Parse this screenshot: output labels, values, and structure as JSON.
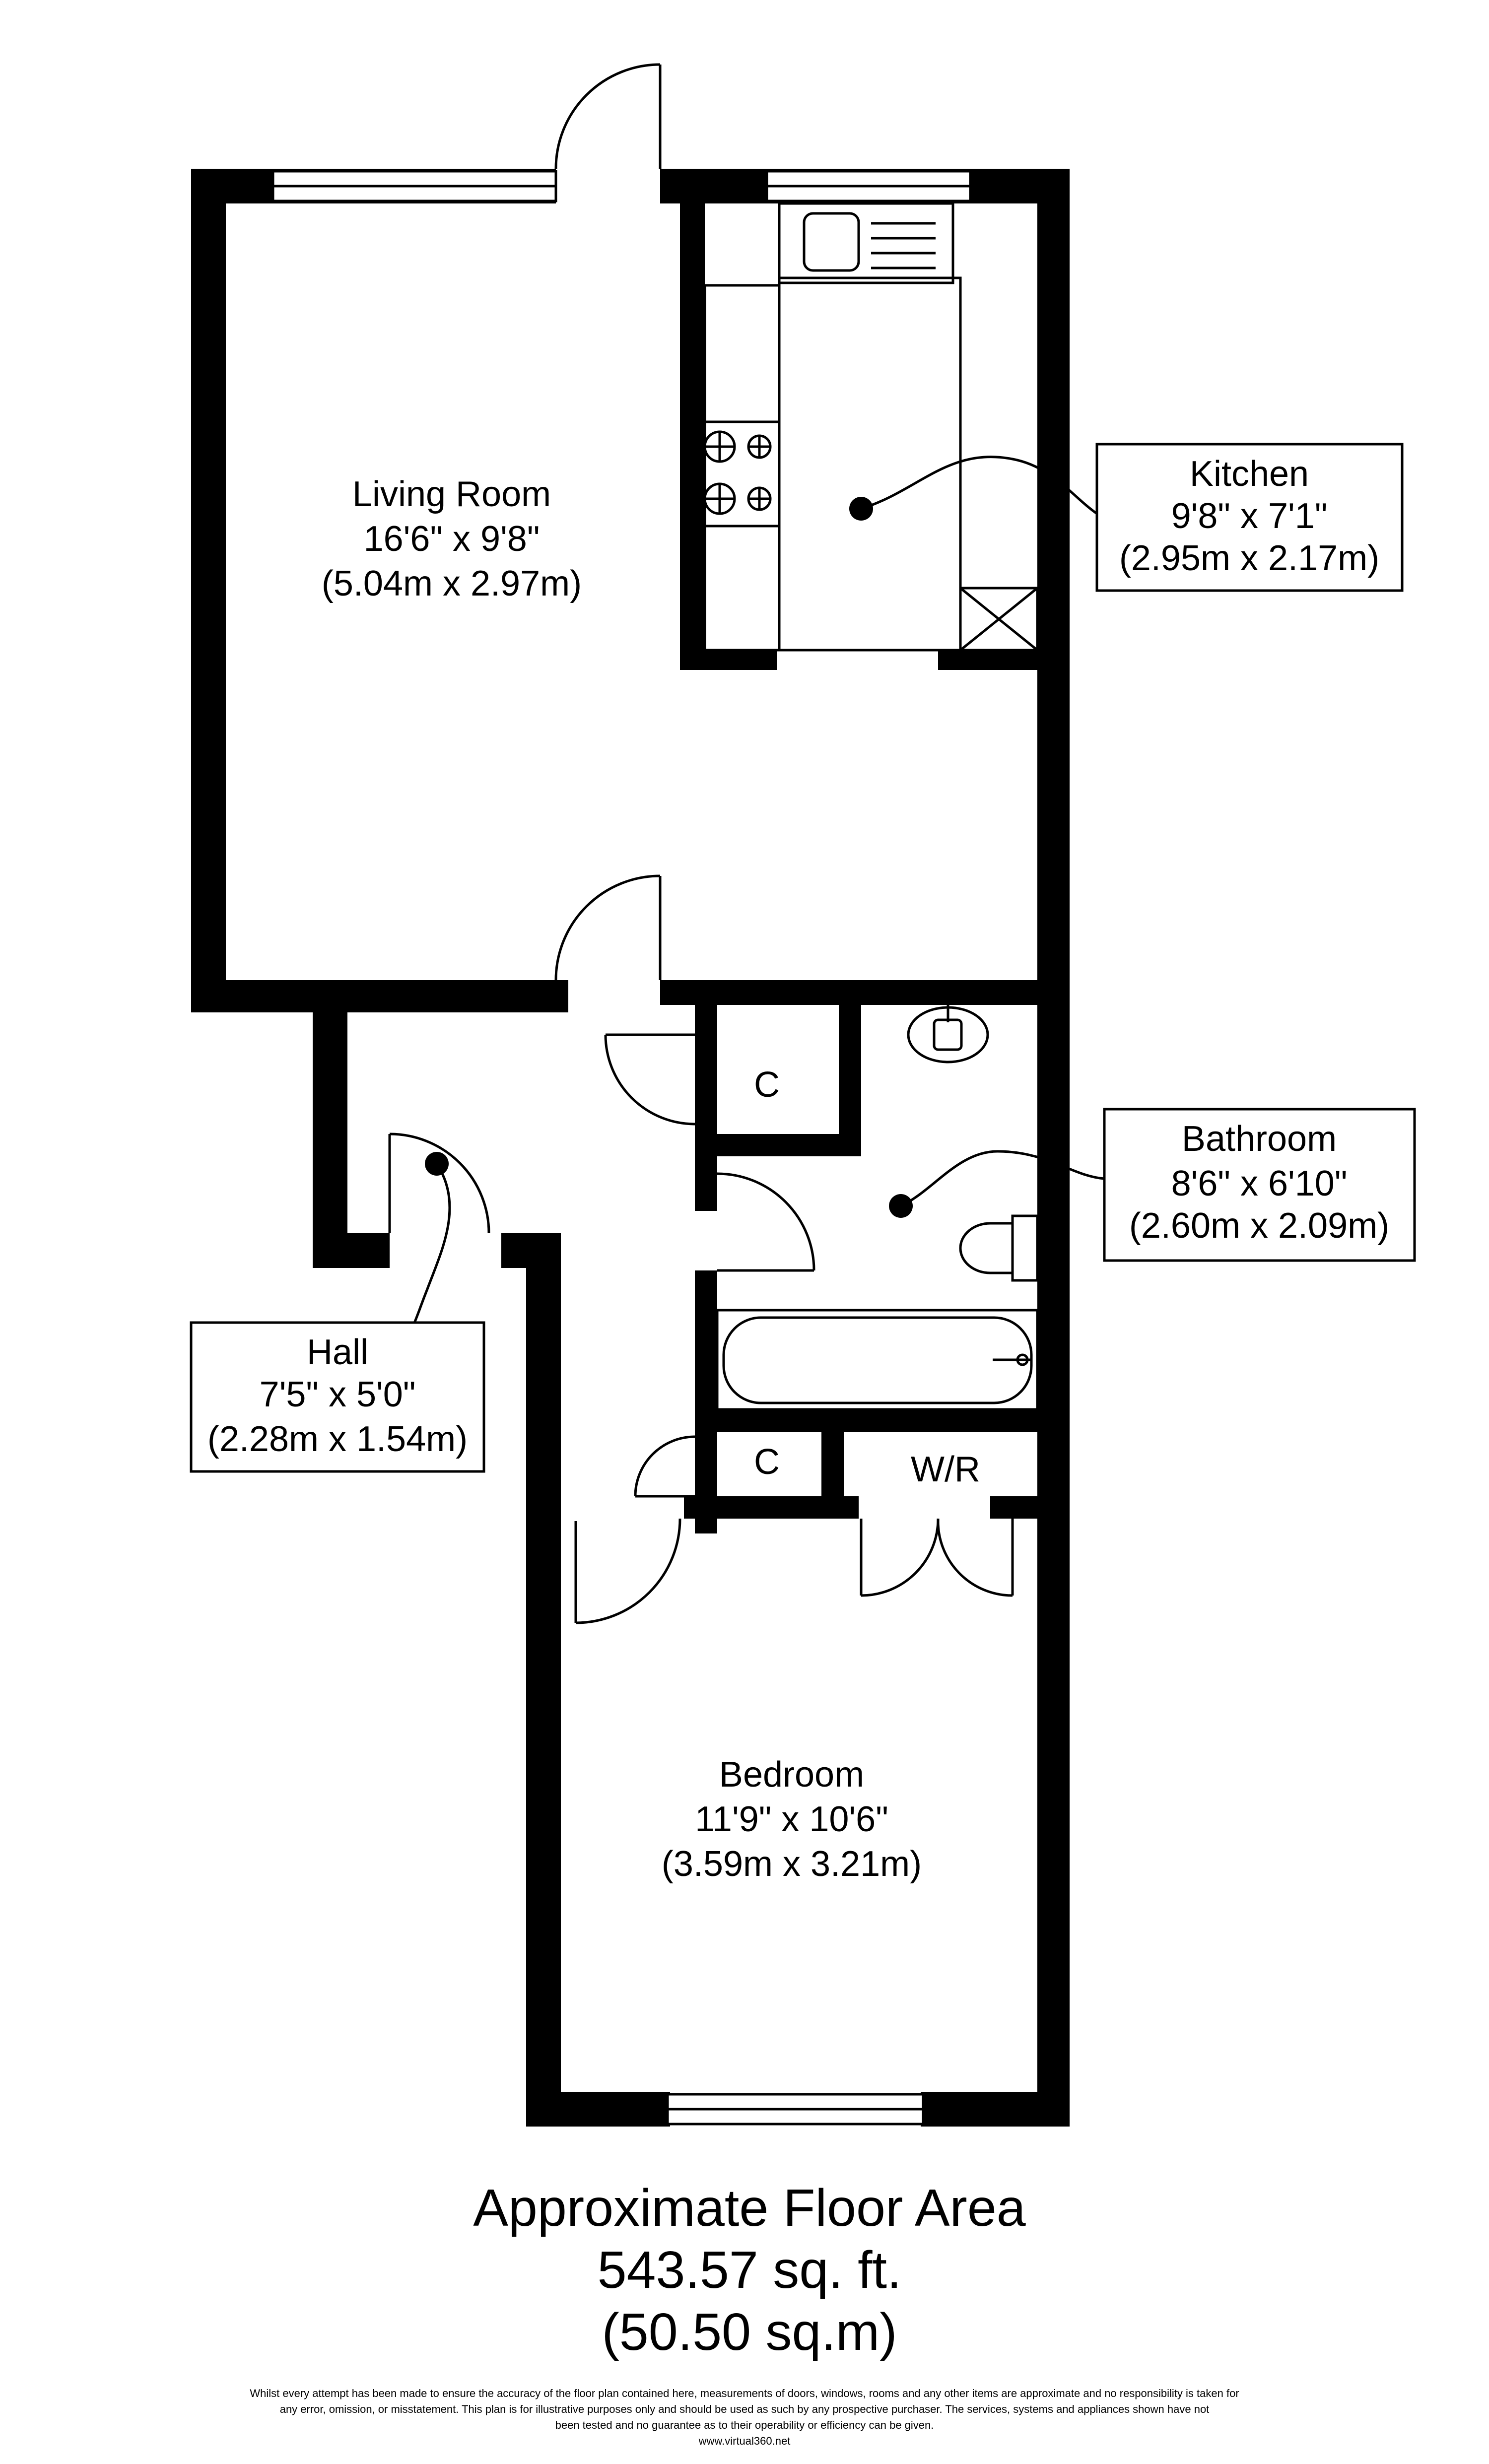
{
  "rooms": {
    "living": {
      "name": "Living Room",
      "imperial": "16'6\" x 9'8\"",
      "metric": "(5.04m x 2.97m)"
    },
    "kitchen": {
      "name": "Kitchen",
      "imperial": "9'8\" x 7'1\"",
      "metric": "(2.95m x 2.17m)"
    },
    "bathroom": {
      "name": "Bathroom",
      "imperial": "8'6\" x 6'10\"",
      "metric": "(2.60m x 2.09m)"
    },
    "hall": {
      "name": "Hall",
      "imperial": "7'5\" x 5'0\"",
      "metric": "(2.28m x 1.54m)"
    },
    "bedroom": {
      "name": "Bedroom",
      "imperial": "11'9\" x 10'6\"",
      "metric": "(3.59m x 3.21m)"
    },
    "cupboard_upper": "C",
    "cupboard_lower": "C",
    "wardrobe": "W/R"
  },
  "floor_area": {
    "title": "Approximate Floor Area",
    "sqft": "543.57 sq. ft.",
    "sqm": "(50.50 sq.m)"
  },
  "disclaimer": {
    "line1": "Whilst every attempt has been made to ensure the accuracy of the floor plan contained here, measurements of doors, windows, rooms and any other items  are approximate and no responsibility is taken for",
    "line2": "any error, omission, or misstatement. This plan is for illustrative purposes only and should be used as such by any prospective purchaser. The services, systems and appliances shown have not",
    "line3": "been tested and no guarantee as to their operability or efficiency can be given.",
    "website": "www.virtual360.net"
  }
}
